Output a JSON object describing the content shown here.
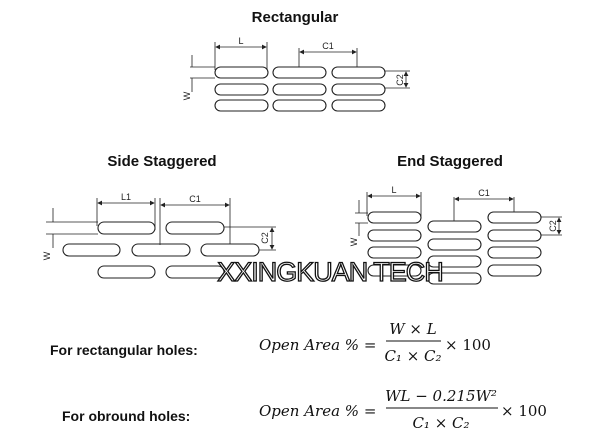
{
  "titles": {
    "rectangular": "Rectangular",
    "side_staggered": "Side Staggered",
    "end_staggered": "End Staggered"
  },
  "dims": {
    "L": "L",
    "L1": "L1",
    "C1": "C1",
    "C2": "C2",
    "W": "W"
  },
  "watermark": "XXINGKUAN TECH",
  "formulas": [
    {
      "label": "For rectangular holes:",
      "lhs": "Open Area % =",
      "numerator": "W × L",
      "denominator": "C₁ × C₂",
      "factor": "× 100"
    },
    {
      "label": "For obround holes:",
      "lhs": "Open Area % =",
      "numerator": "WL − 0.215W²",
      "denominator": "C₁ × C₂",
      "factor": "× 100"
    }
  ]
}
